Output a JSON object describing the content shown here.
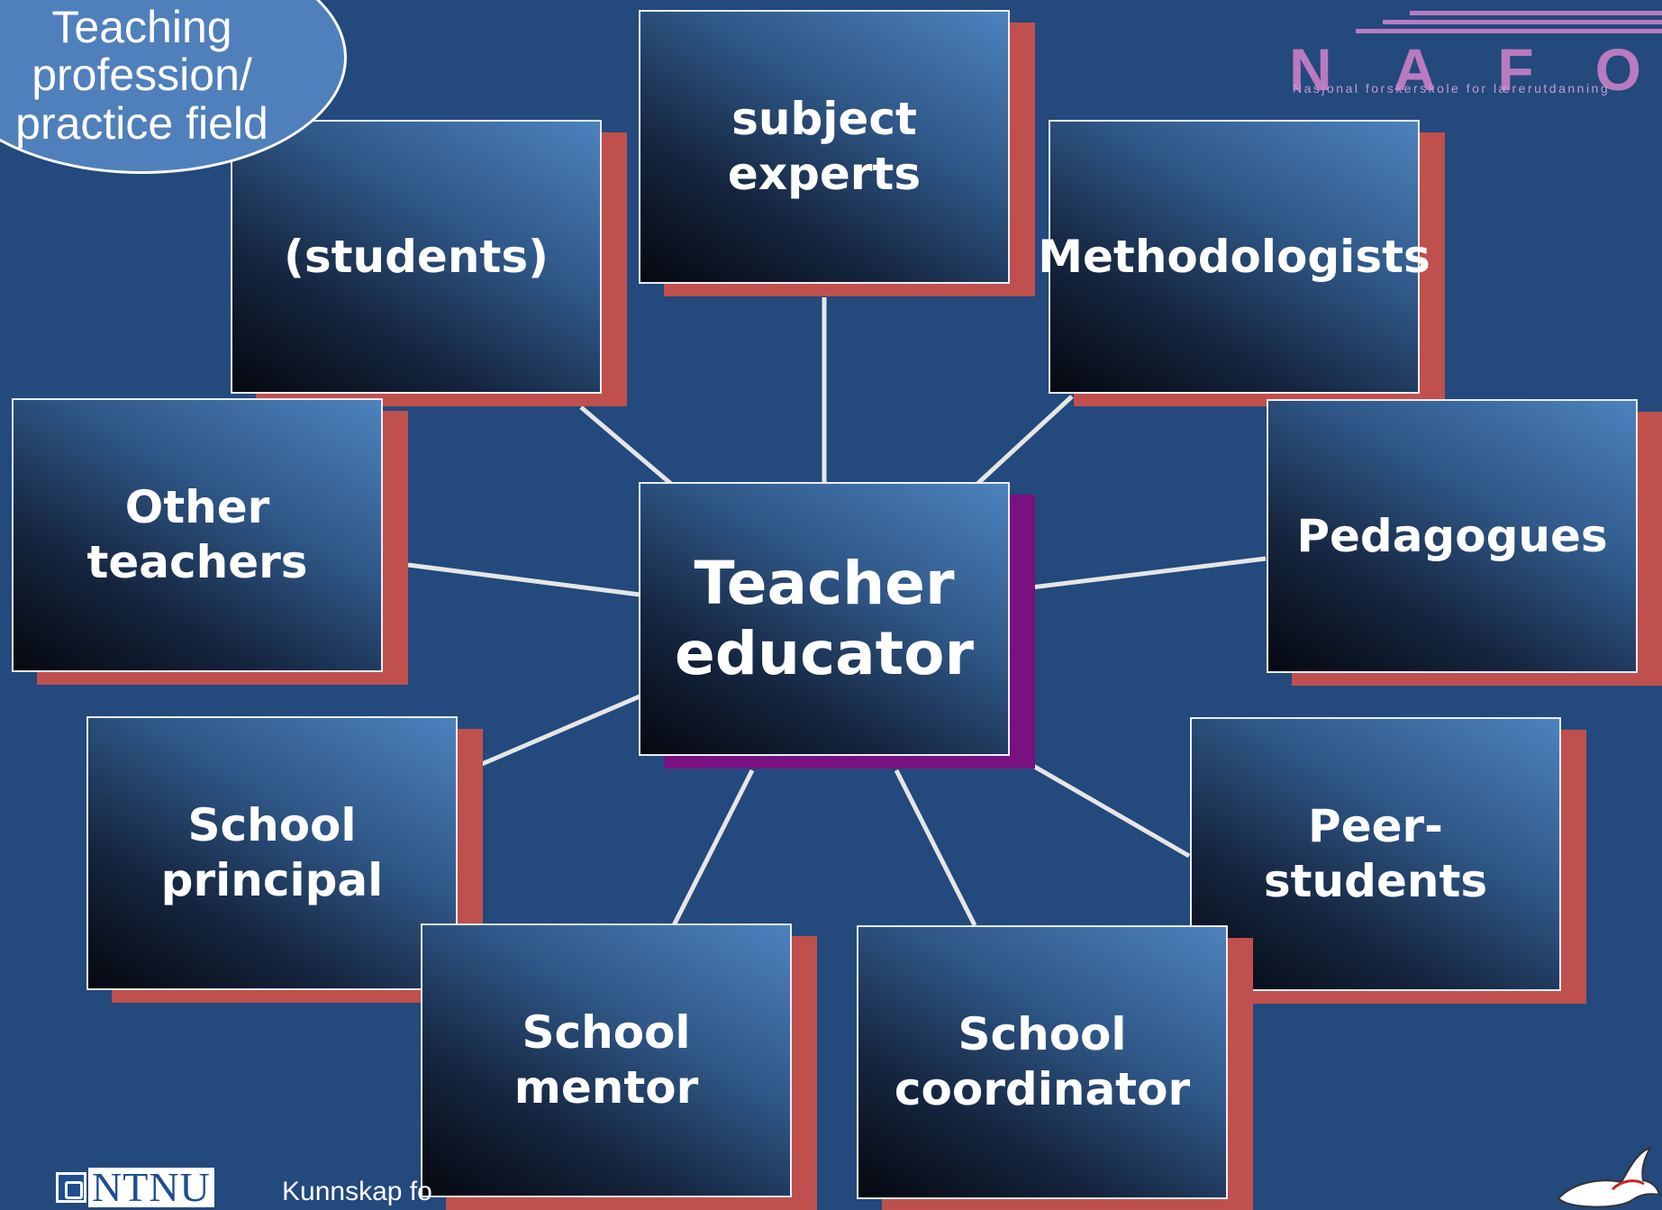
{
  "diagram": {
    "center": {
      "label": "Teacher educator"
    },
    "nodes": [
      {
        "id": "subject-experts",
        "label": "subject experts"
      },
      {
        "id": "methodologists",
        "label": "Methodologists"
      },
      {
        "id": "pedagogues",
        "label": "Pedagogues"
      },
      {
        "id": "peer-students",
        "label": "Peer-students"
      },
      {
        "id": "school-coordinator",
        "label": "School coordinator"
      },
      {
        "id": "school-mentor",
        "label": "School mentor"
      },
      {
        "id": "school-principal",
        "label": "School principal"
      },
      {
        "id": "other-teachers",
        "label": "Other teachers"
      },
      {
        "id": "students",
        "label": "(students)"
      }
    ],
    "callout": {
      "label": "Teaching profession/ practice field"
    }
  },
  "logos": {
    "nafol": {
      "letters": "NAFOL",
      "subtitle": "Nasjonal forskerskole for lærerutdanning"
    },
    "ntnu": {
      "name": "NTNU"
    }
  },
  "footer": {
    "text": "Kunnskap fo"
  },
  "colors": {
    "background": "#23497d",
    "box_shadow": "#c0504d",
    "center_shadow": "#7a1180",
    "connector": "#e6e6e6",
    "callout_fill": "#4f80bb",
    "nafol_logo": "#b97abf"
  }
}
